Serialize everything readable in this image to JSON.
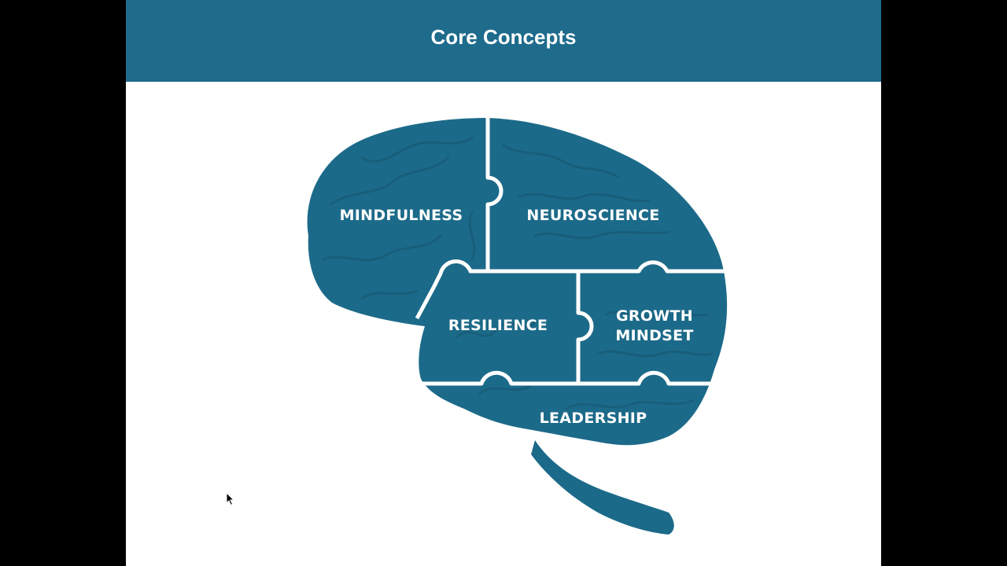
{
  "slide": {
    "title": "Core Concepts"
  },
  "colors": {
    "header": "#1e6b8c",
    "brain": "#1c6a89",
    "brain_shadow": "#15566f",
    "seam": "#ffffff",
    "text": "#ffffff",
    "letterbox": "#000000"
  },
  "pieces": [
    {
      "id": "mindfulness",
      "label": "MINDFULNESS"
    },
    {
      "id": "neuroscience",
      "label": "NEUROSCIENCE"
    },
    {
      "id": "resilience",
      "label": "RESILIENCE"
    },
    {
      "id": "growth-mindset",
      "label_line1": "GROWTH",
      "label_line2": "MINDSET"
    },
    {
      "id": "leadership",
      "label": "LEADERSHIP"
    }
  ],
  "icons": {
    "pointer": "mouse-pointer-icon"
  }
}
